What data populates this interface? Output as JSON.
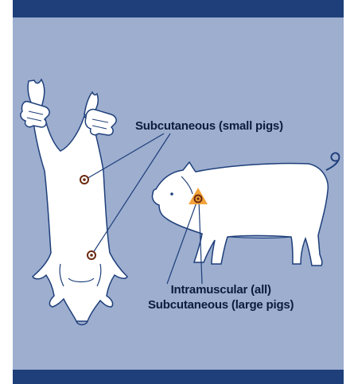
{
  "labels": {
    "subcutaneous_small": "Subcutaneous (small pigs)",
    "intramuscular_all": "Intramuscular (all)",
    "subcutaneous_large": "Subcutaneous (large pigs)"
  },
  "colors": {
    "background": "#9daecf",
    "band": "#1e3f7a",
    "pig_fill": "#ffffff",
    "outline": "#1e3f7a",
    "marker_triangle": "#f2a33a",
    "marker_ring": "#6b2a10"
  },
  "icons": {
    "held_pig": "held-piglet-illustration",
    "standing_pig": "standing-pig-illustration",
    "injection_site": "injection-site-marker"
  }
}
